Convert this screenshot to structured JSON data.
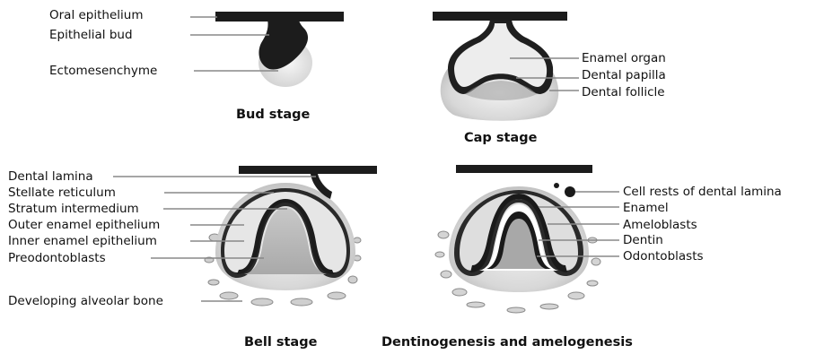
{
  "bud": {
    "caption": "Bud stage",
    "labels": [
      "Oral epithelium",
      "Epithelial bud",
      "Ectomesenchyme"
    ]
  },
  "cap": {
    "caption": "Cap stage",
    "labels": [
      "Enamel organ",
      "Dental papilla",
      "Dental follicle"
    ]
  },
  "bell": {
    "caption": "Bell stage",
    "labels": [
      "Dental lamina",
      "Stellate reticulum",
      "Stratum intermedium",
      "Outer enamel epithelium",
      "Inner enamel epithelium",
      "Preodontoblasts",
      "Developing alveolar bone"
    ]
  },
  "dentino": {
    "caption": "Dentinogenesis and amelogenesis",
    "labels": [
      "Cell rests of dental lamina",
      "Enamel",
      "Ameloblasts",
      "Dentin",
      "Odontoblasts"
    ]
  }
}
